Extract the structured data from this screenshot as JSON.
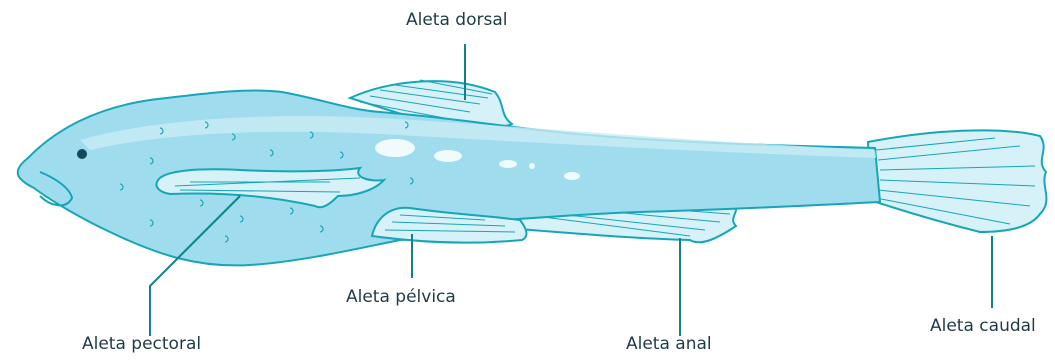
{
  "diagram": {
    "subject": "fish",
    "colors": {
      "body": "#9fdced",
      "body_light": "#c9ecf5",
      "fin": "#d6f1f7",
      "outline": "#16a6b8",
      "leader": "#127f8d",
      "text": "#1f3b45"
    },
    "labels": {
      "dorsal": "Aleta dorsal",
      "pectoral": "Aleta pectoral",
      "pelvic": "Aleta pélvica",
      "anal": "Aleta anal",
      "caudal": "Aleta caudal"
    }
  }
}
